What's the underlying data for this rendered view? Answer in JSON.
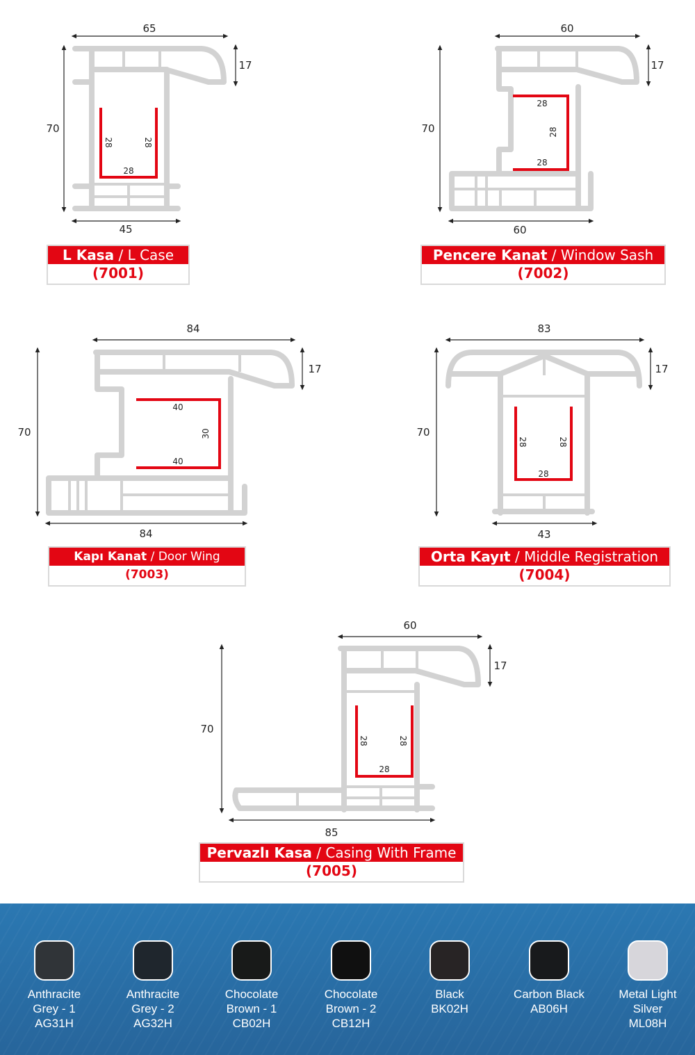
{
  "profiles": [
    {
      "name_tr": "L Kasa",
      "name_en": "L Case",
      "code": "(7001)",
      "dims": {
        "top": "65",
        "right": "17",
        "left": "70",
        "bottom": "45"
      },
      "inner": [
        "28",
        "28",
        "28"
      ]
    },
    {
      "name_tr": "Pencere Kanat",
      "name_en": "Window Sash",
      "code": "(7002)",
      "dims": {
        "top": "60",
        "right": "17",
        "left": "70",
        "bottom": "60"
      },
      "inner": [
        "28",
        "28",
        "28"
      ]
    },
    {
      "name_tr": "Kapı Kanat",
      "name_en": "Door Wing",
      "code": "(7003)",
      "dims": {
        "top": "84",
        "right": "17",
        "left": "70",
        "bottom": "84"
      },
      "inner": [
        "40",
        "30",
        "40"
      ]
    },
    {
      "name_tr": "Orta Kayıt",
      "name_en": "Middle Registration",
      "code": "(7004)",
      "dims": {
        "top": "83",
        "right": "17",
        "left": "70",
        "bottom": "43"
      },
      "inner": [
        "28",
        "28",
        "28"
      ]
    },
    {
      "name_tr": "Pervazlı Kasa",
      "name_en": "Casing With Frame",
      "code": "(7005)",
      "dims": {
        "top": "60",
        "right": "17",
        "left": "70",
        "bottom": "85"
      },
      "inner": [
        "28",
        "28",
        "28"
      ]
    }
  ],
  "separator": "/",
  "colors": [
    {
      "l1": "Anthracite",
      "l2": "Grey - 1",
      "l3": "AG31H",
      "hex": "#303438"
    },
    {
      "l1": "Anthracite",
      "l2": "Grey - 2",
      "l3": "AG32H",
      "hex": "#1f262d"
    },
    {
      "l1": "Chocolate",
      "l2": "Brown - 1",
      "l3": "CB02H",
      "hex": "#181a19"
    },
    {
      "l1": "Chocolate",
      "l2": "Brown - 2",
      "l3": "CB12H",
      "hex": "#101010"
    },
    {
      "l1": "Black",
      "l2": "BK02H",
      "l3": "",
      "hex": "#282425"
    },
    {
      "l1": "Carbon Black",
      "l2": "AB06H",
      "l3": "",
      "hex": "#181a1c"
    },
    {
      "l1": "Metal Light",
      "l2": "Silver",
      "l3": "ML08H",
      "hex": "#d7d6db"
    }
  ],
  "accent": "#e30613"
}
